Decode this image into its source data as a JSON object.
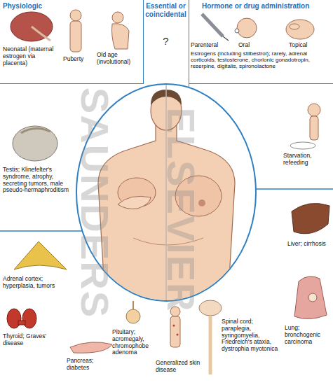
{
  "diagram": {
    "nodes": [
      {
        "text": [
          "Physiologic"
        ]
      },
      {
        "text": [
          "Essential or coincidental",
          "?"
        ]
      },
      {
        "text": [
          "Hormone or drug administration"
        ]
      }
    ],
    "labels": [
      "Neonatal (maternal estrogen via placenta)",
      "Puberty",
      "Old age (involutional)",
      "Parenteral",
      "Oral",
      "Topical",
      "Estrogens (including stilbestrol); rarely, adrenal corticoids, testosterone, chorionic gonadotropin, reserpine, digitalis, spironolactone",
      "Testis; Klinefelter's syndrome, atrophy, secreting tumors, male pseudo-hermaphroditism",
      "Starvation, refeeding",
      "Adrenal cortex; hyperplasia, tumors",
      "Liver; cirrhosis",
      "Thyroid; Graves' disease",
      "Pancreas; diabetes",
      "Pituitary; acromegaly, chromophobe adenoma",
      "Spinal cord; paraplegia, syringomyelia, Friedreich's ataxia, dystrophia myotonica",
      "Generalized skin disease",
      "Lung; bronchogenic carcinoma",
      "SAUNDERS",
      "ELSEVIER"
    ]
  }
}
